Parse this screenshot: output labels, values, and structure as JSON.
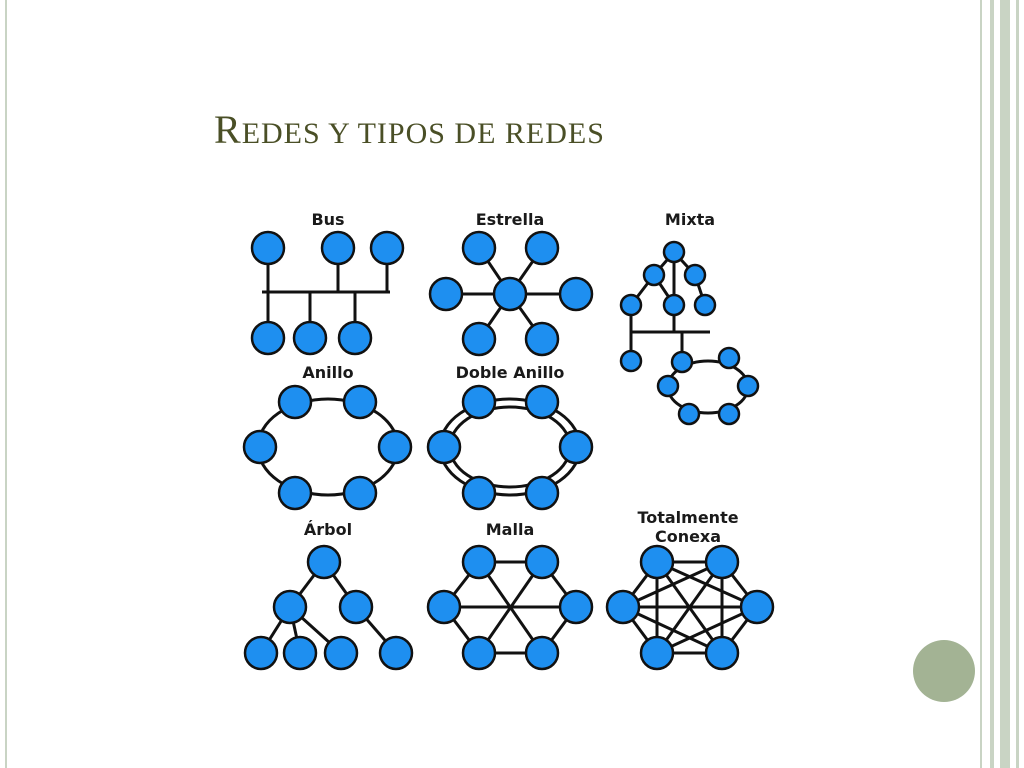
{
  "slide": {
    "title_initial": "R",
    "title_rest": "EDES Y TIPOS DE REDES"
  },
  "diagram": {
    "node_color": "#1e8ff0",
    "link_color": "#111111",
    "accent_color": "#a3b394",
    "topologies": [
      {
        "id": "bus",
        "label": "Bus"
      },
      {
        "id": "estrella",
        "label": "Estrella"
      },
      {
        "id": "mixta",
        "label": "Mixta"
      },
      {
        "id": "anillo",
        "label": "Anillo"
      },
      {
        "id": "doble-anillo",
        "label": "Doble Anillo"
      },
      {
        "id": "arbol",
        "label": "Árbol"
      },
      {
        "id": "malla",
        "label": "Malla"
      },
      {
        "id": "totalmente-conexa",
        "label_lines": [
          "Totalmente",
          "Conexa"
        ]
      }
    ]
  }
}
